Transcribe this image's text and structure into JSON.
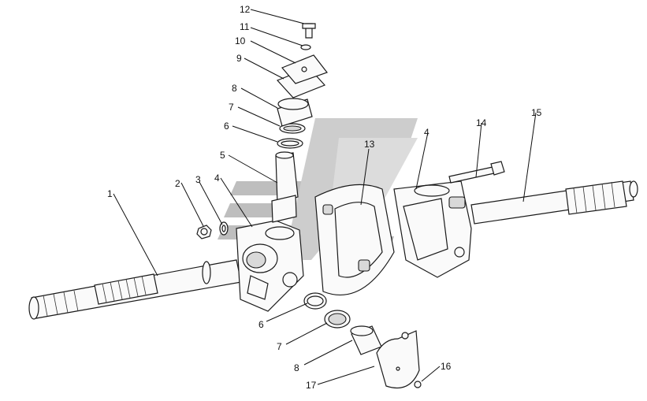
{
  "diagram": {
    "callouts": [
      "12",
      "11",
      "10",
      "9",
      "8",
      "7",
      "6",
      "5",
      "4",
      "3",
      "2",
      "1",
      "13",
      "4",
      "14",
      "15",
      "6",
      "7",
      "8",
      "17",
      "16"
    ],
    "watermark_colors": {
      "dark": "#7d7d7d",
      "light": "#cfcfcf"
    }
  }
}
